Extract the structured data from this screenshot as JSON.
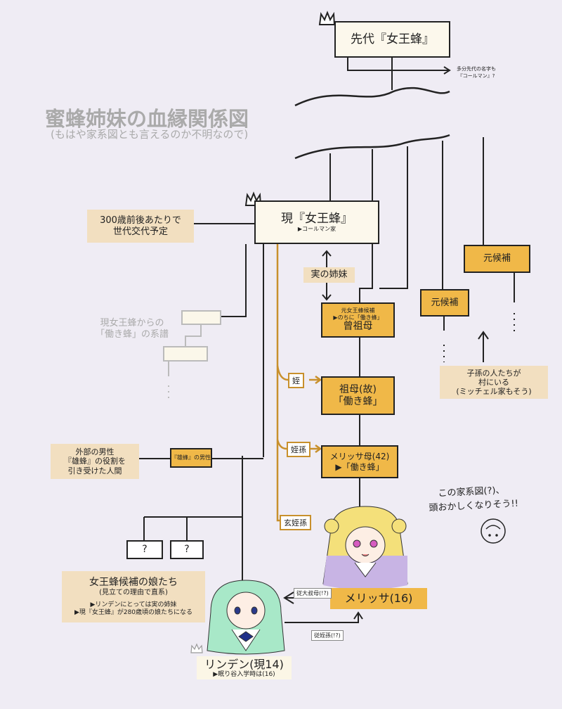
{
  "title": "蜜蜂姉妹の血縁関係図",
  "subtitle": "(もはや家系図とも言えるのか不明なので)",
  "previous_queen": {
    "label": "先代『女王蜂』",
    "note_line1": "多分先代の名字も",
    "note_line2": "『コールマン』?"
  },
  "current_queen": {
    "label": "現『女王蜂』",
    "sub": "▶コールマン家"
  },
  "succession_note": {
    "line1": "300歳前後あたりで",
    "line2": "世代交代予定"
  },
  "sisters_label": "実の姉妹",
  "great_grandmother": {
    "line1": "元女王蜂候補",
    "line2": "▶のちに「働き蜂」",
    "main": "曾祖母"
  },
  "former_candidates": [
    "元候補",
    "元候補"
  ],
  "descendants_note": {
    "line1": "子孫の人たちが",
    "line2": "村にいる",
    "line3": "(ミッチェル家もそう)"
  },
  "worker_lineage": {
    "line1": "現女王蜂からの",
    "line2": "「働き蜂」の系譜"
  },
  "grandmother": {
    "line1": "祖母(故)",
    "line2": "「働き蜂」"
  },
  "mother": {
    "line1": "メリッサ母(42)",
    "line2": "▶「働き蜂」"
  },
  "relation_labels": {
    "niece": "姪",
    "grandniece": "姪孫",
    "great_great_grandniece": "玄姪孫",
    "aunt": "従大叔母(!?)",
    "cousin_grandniece": "従姪孫(!?)"
  },
  "drone": {
    "label": "『雄蜂』の男性",
    "note_line1": "外部の男性",
    "note_line2": "『雄蜂』の役割を",
    "note_line3": "引き受けた人間"
  },
  "unknown": [
    "?",
    "?"
  ],
  "daughters": {
    "title": "女王蜂候補の娘たち",
    "sub": "(見立ての理由で直系)",
    "note1": "▶リンデンにとっては実の姉妹",
    "note2": "▶現『女王蜂』が280歳頃の娘たちになる"
  },
  "melissa": {
    "label": "メリッサ(16)"
  },
  "linden": {
    "label": "リンデン(現14)",
    "sub": "▶眠り谷入学時は(16)"
  },
  "handwritten": {
    "line1": "この家系図(?)、",
    "line2": "頭おかしくなりそう!!"
  },
  "colors": {
    "orange": "#f0b848",
    "tan": "#f2dfc0",
    "cream": "#fcf8ec",
    "background": "#efecf4",
    "gold_line": "#c8902c"
  }
}
